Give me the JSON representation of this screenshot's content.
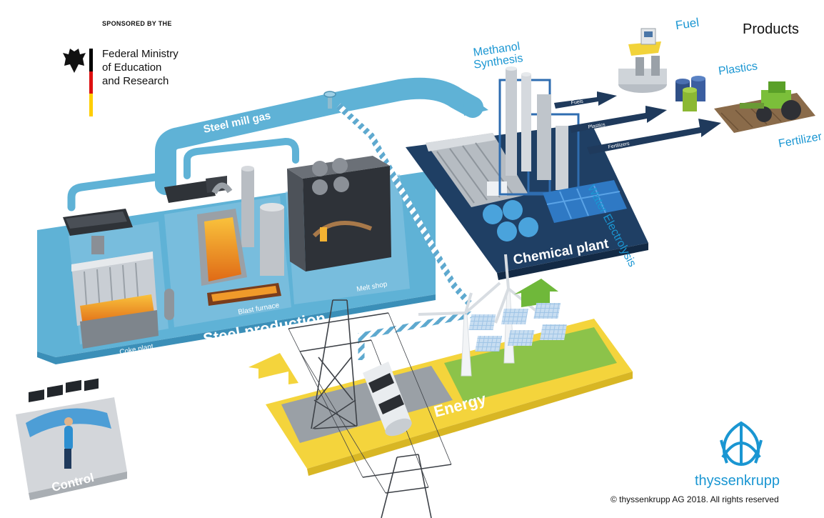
{
  "sponsor": {
    "prefix": "SPONSORED BY THE",
    "ministry": "Federal Ministry\nof Education\nand Research"
  },
  "headings": {
    "products": "Products"
  },
  "labels": {
    "steel_mill_gas": "Steel mill gas",
    "coke_plant": "Coke plant",
    "blast_furnace": "Blast furnace",
    "melt_shop": "Melt shop",
    "steel_production": "Steel production",
    "methanol": "Methanol",
    "synthesis": "Synthesis",
    "water_electrolysis": "Water Electrolysis",
    "chemical_plant": "Chemical plant",
    "fuel": "Fuel",
    "plastics": "Plastics",
    "fertilizer": "Fertilizer",
    "arrow_fuels": "Fuels",
    "arrow_plastics": "Plastics",
    "arrow_fertilizers": "Fertilizers",
    "energy": "Energy",
    "control": "Control"
  },
  "brand": {
    "name": "thyssenkrupp",
    "copyright": "© thyssenkrupp AG 2018. All rights reserved"
  },
  "colors": {
    "process_blue": "#1a96d2",
    "steel_platform": "#5fb2d6",
    "chemical_platform": "#1f3f64",
    "energy_yellow": "#f4d43c",
    "arrow_navy": "#1f3a5c",
    "green_arrow": "#6fb83a"
  },
  "icons": {
    "eagle": "federal-eagle-icon",
    "flag": "german-flag-stripe",
    "brand_logo": "thyssenkrupp-logo-icon"
  }
}
